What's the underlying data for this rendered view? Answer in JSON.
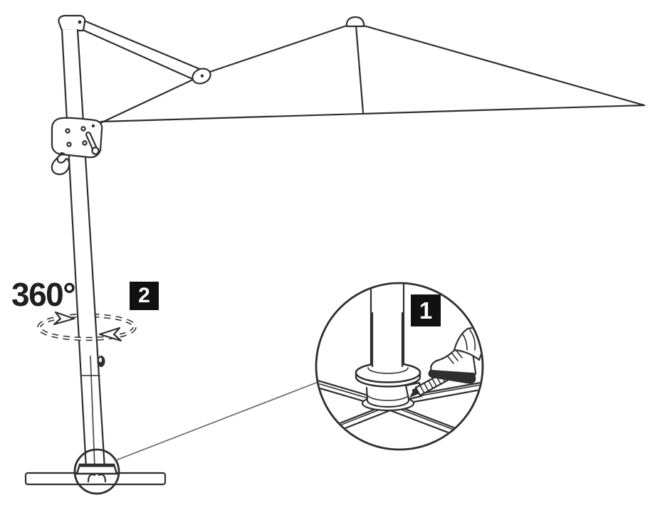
{
  "diagram": {
    "title_semantic": "cantilever-umbrella-assembly-diagram",
    "rotation_label": "360°",
    "callouts": {
      "step1": "1",
      "step2": "2"
    }
  },
  "colors": {
    "line": "#2e2e2e",
    "line_soft": "#4a4a4a",
    "connector": "#6a6a6a",
    "badge_bg": "#111111",
    "badge_text": "#ffffff",
    "bar_fill": "#8f8f8f",
    "background": "#ffffff",
    "text": "#1f1f1f"
  }
}
